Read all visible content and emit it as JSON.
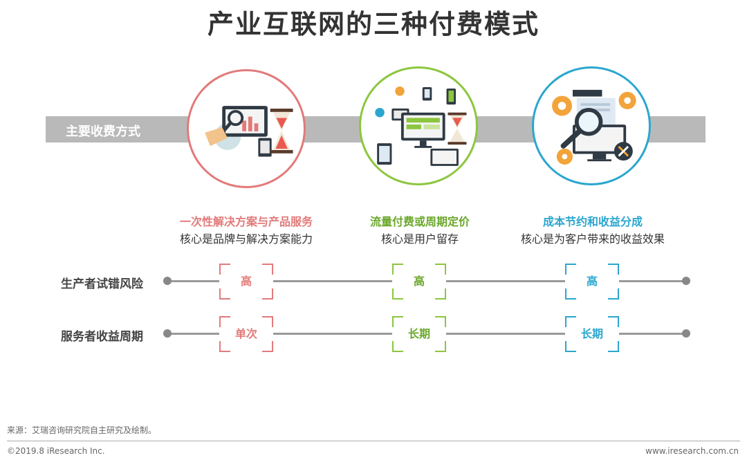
{
  "title": "产业互联网的三种付费模式",
  "band_label": "主要收费方式",
  "modes": [
    {
      "title": "一次性解决方案与产品服务",
      "desc": "核心是品牌与解决方案能力",
      "color": "#e27a7a"
    },
    {
      "title": "流量付费或周期定价",
      "desc": "核心是用户留存",
      "color": "#6aa82a"
    },
    {
      "title": "成本节约和收益分成",
      "desc": "核心是为客户带来的收益效果",
      "color": "#2aa6cf"
    }
  ],
  "rows": [
    {
      "label": "生产者试错风险",
      "values": [
        "高",
        "高",
        "高"
      ]
    },
    {
      "label": "服务者收益周期",
      "values": [
        "单次",
        "长期",
        "长期"
      ]
    }
  ],
  "footer": {
    "source": "来源：艾瑞咨询研究院自主研究及绘制。",
    "copyright": "©2019.8 iResearch Inc.",
    "url": "www.iresearch.com.cn"
  }
}
